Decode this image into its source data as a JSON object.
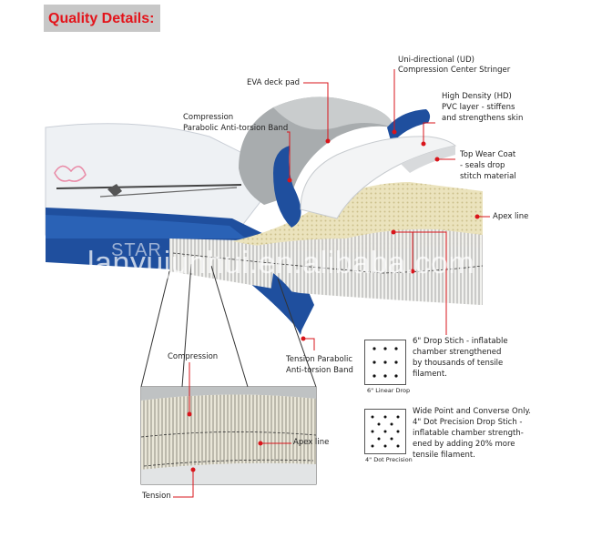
{
  "header": {
    "title": "Quality Details:"
  },
  "labels": {
    "eva_deck_pad": "EVA deck pad",
    "ud_stringer_1": "Uni-directional (UD)",
    "ud_stringer_2": "Compression Center Stringer",
    "hd_pvc_1": "High Density (HD)",
    "hd_pvc_2": "PVC layer - stiffens",
    "hd_pvc_3": "and strengthens skin",
    "compression_band_1": "Compression",
    "compression_band_2": "Parabolic Anti-torsion Band",
    "top_wear_1": "Top Wear Coat",
    "top_wear_2": "- seals drop",
    "top_wear_3": "stitch material",
    "apex_line": "Apex line",
    "tension_band_1": "Tension Parabolic",
    "tension_band_2": "Anti-torsion Band",
    "drop_stitch_1": "6\" Drop Stich - inflatable",
    "drop_stitch_2": "chamber strengthened",
    "drop_stitch_3": "by thousands of tensile",
    "drop_stitch_4": "filament.",
    "linear_drop": "6\" Linear Drop",
    "wide_point_1": "Wide Point and Converse Only.",
    "wide_point_2": "4\" Dot Precision Drop Stich -",
    "wide_point_3": "inflatable chamber strength-",
    "wide_point_4": "ened by adding 20% more",
    "wide_point_5": "tensile filament.",
    "dot_precision": "4\" Dot Precision",
    "inset_compression": "Compression",
    "inset_apex_line": "Apex line",
    "inset_tension": "Tension"
  },
  "board_brand": "STAR",
  "watermark": "lanyujunhui.en.alibaba.com",
  "colors": {
    "header_text": "#e3141b",
    "header_bg": "#c7c7c7",
    "board_blue": "#1f4f9e",
    "leader_red": "#d9151b",
    "core_tan": "#e8e0b8"
  }
}
